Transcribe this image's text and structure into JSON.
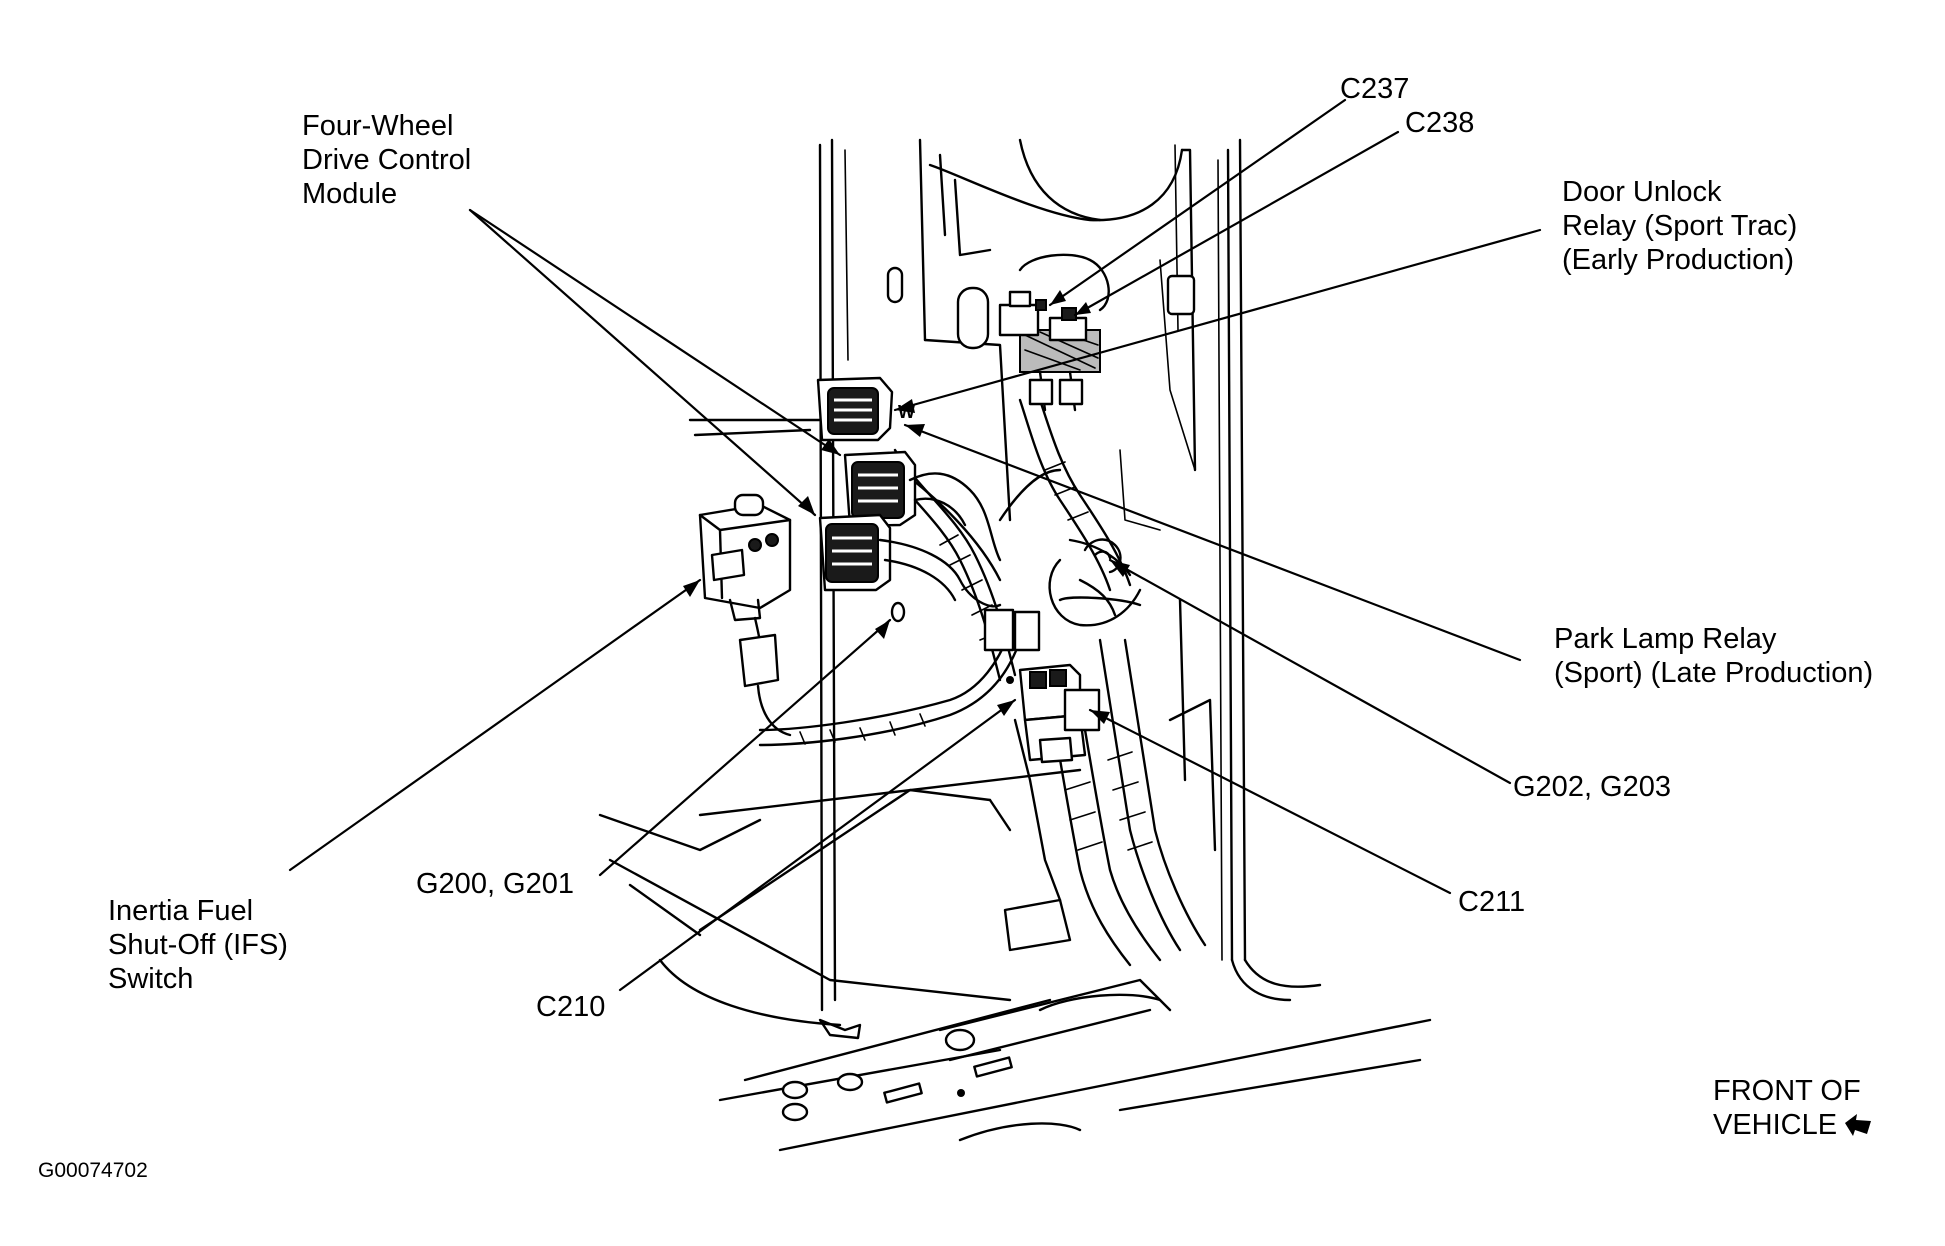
{
  "labels": {
    "four_wheel": [
      "Four-Wheel",
      "Drive Control",
      "Module"
    ],
    "c237": "C237",
    "c238": "C238",
    "door_unlock": [
      "Door Unlock",
      "Relay (Sport Trac)",
      "(Early Production)"
    ],
    "park_lamp": [
      "Park Lamp Relay",
      "(Sport) (Late Production)"
    ],
    "g202": "G202, G203",
    "c211": "C211",
    "g200": "G200, G201",
    "c210": "C210",
    "inertia": [
      "Inertia Fuel",
      "Shut-Off (IFS)",
      "Switch"
    ],
    "front": [
      "FRONT OF",
      "VEHICLE"
    ],
    "figure_id": "G00074702"
  },
  "icons": {
    "front_arrow": "arrow-icon"
  }
}
